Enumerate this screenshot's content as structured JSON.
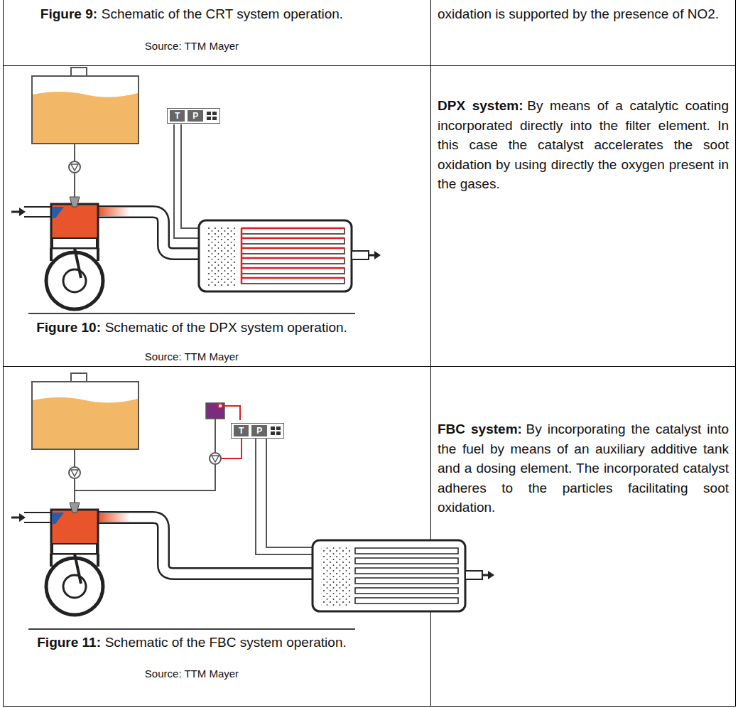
{
  "diagram": {
    "nodes": [
      {
        "text": [
          "T",
          "P"
        ]
      },
      {
        "text": [
          "T",
          "P"
        ]
      }
    ],
    "labels": [
      "Figure 9:",
      "Schematic of the CRT system operation.",
      "Source: TTM Mayer",
      "oxidation is supported by the presence of NO2.",
      "DPX system:",
      "By means of a catalytic coating incorporated directly into the filter element. In this case the catalyst accelerates the soot oxidation by using directly the oxygen present in the gases.",
      "Figure 10:",
      "Schematic of the DPX system operation.",
      "Source: TTM Mayer",
      "FBC system:",
      "By incorporating the catalyst into the fuel by means of an auxiliary additive tank and a dosing element. The incorporated catalyst adheres to the particles facilitating soot oxidation.",
      "Figure 11:",
      "Schematic of the FBC system operation.",
      "Source: TTM Mayer"
    ]
  }
}
